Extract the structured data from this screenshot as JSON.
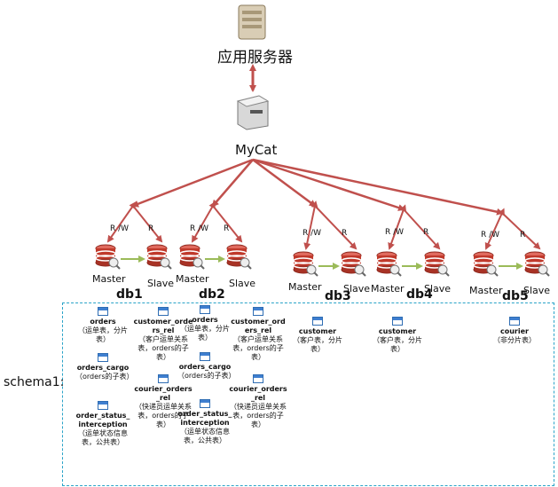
{
  "app_server": {
    "label": "应用服务器",
    "icon": "server-icon"
  },
  "mycat": {
    "label": "MyCat",
    "icon": "mycat-server-icon"
  },
  "edge_labels": {
    "rw": "R /W",
    "r": "R"
  },
  "nodes": [
    {
      "db": "db1",
      "master": "Master",
      "slave": "Slave"
    },
    {
      "db": "db2",
      "master": "Master",
      "slave": "Slave"
    },
    {
      "db": "db3",
      "master": "Master",
      "slave": "Slave"
    },
    {
      "db": "db4",
      "master": "Master",
      "slave": "Slave"
    },
    {
      "db": "db5",
      "master": "Master",
      "slave": "Slave"
    }
  ],
  "schema": {
    "label": "schema1:",
    "tables": [
      {
        "name": "orders",
        "desc": "（运单表，分片表）"
      },
      {
        "name": "orders_cargo",
        "desc": "（orders的子表）"
      },
      {
        "name": "order_status_interception",
        "desc": "（运单状态信息表，公共表）"
      },
      {
        "name": "customer_orders_rel",
        "desc": "（客户运单关系表，orders的子表）"
      },
      {
        "name": "courier_orders_rel",
        "desc": "（快递员运单关系表，orders的子表）"
      },
      {
        "name": "orders",
        "desc": "（运单表，分片表）"
      },
      {
        "name": "orders_cargo",
        "desc": "（orders的子表）"
      },
      {
        "name": "order_status_interception",
        "desc": "（运单状态信息表，公共表）"
      },
      {
        "name": "customer_orders_rel",
        "desc": "（客户运单关系表，orders的子表）"
      },
      {
        "name": "courier_orders_rel",
        "desc": "（快递员运单关系表，orders的子表）"
      },
      {
        "name": "customer",
        "desc": "（客户表，分片表）"
      },
      {
        "name": "customer",
        "desc": "（客户表，分片表）"
      },
      {
        "name": "courier",
        "desc": "（非分片表）"
      }
    ]
  },
  "colors": {
    "arrow": "#c0504d",
    "replication": "#9bbb59",
    "schema_border": "#2aa3c8",
    "db_red": "#c0392b"
  }
}
